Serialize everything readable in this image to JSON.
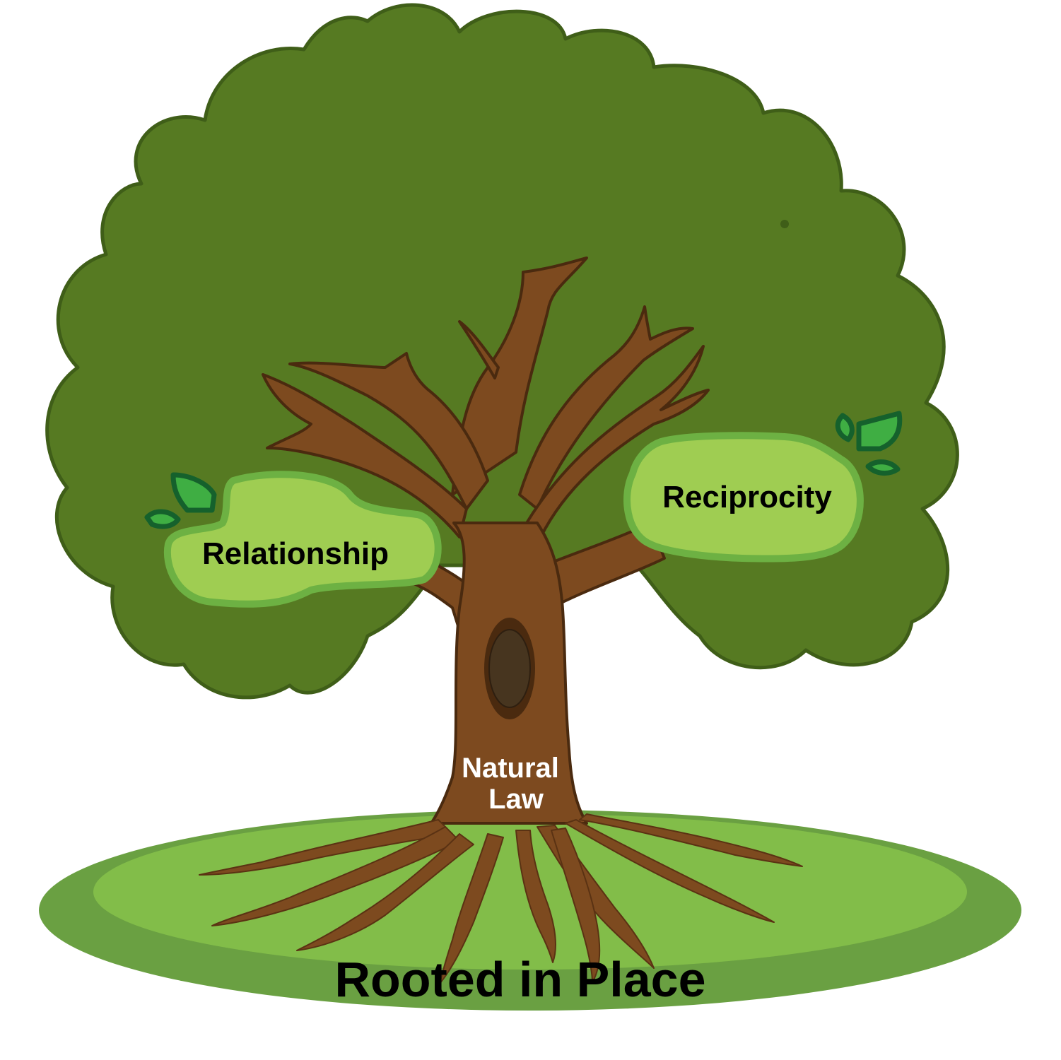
{
  "labels": {
    "relationship": "Relationship",
    "reciprocity": "Reciprocity",
    "trunk_line1": "Natural",
    "trunk_line2": "Law",
    "ground": "Rooted in Place"
  },
  "colors": {
    "canopy_fill": "#567a22",
    "canopy_stroke": "#3f5e18",
    "trunk_fill": "#7d4a1f",
    "trunk_stroke": "#4a2a0f",
    "hollow_fill": "#47351f",
    "ground_outer": "#6aa042",
    "ground_inner": "#82bd49",
    "bubble_fill": "#9fcd52",
    "bubble_stroke": "#6db143",
    "leaf_fill": "#3fae43",
    "leaf_stroke": "#15612c",
    "text_dark": "#000000",
    "text_light": "#ffffff"
  }
}
